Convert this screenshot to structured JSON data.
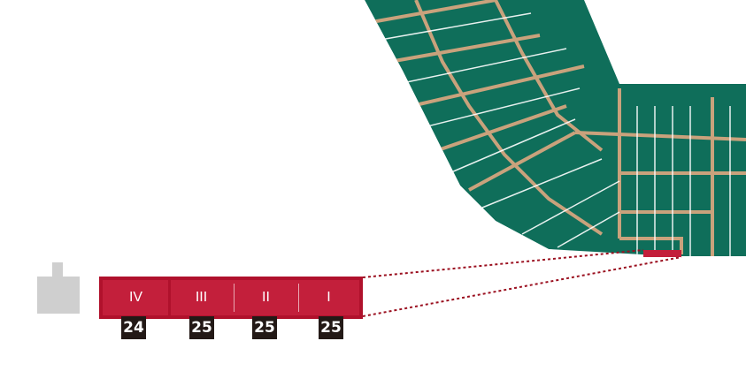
{
  "colors": {
    "block_fill": "#c31f3b",
    "block_border": "#b0112c",
    "seat_green": "#0f6e5a",
    "aisle_tan": "#c9a27c",
    "badge_bg": "#231916",
    "gray_icon": "#cfcfcf",
    "connector": "#9b1020"
  },
  "sections": [
    {
      "label": "IV",
      "count": "24"
    },
    {
      "label": "III",
      "count": "25"
    },
    {
      "label": "II",
      "count": "25"
    },
    {
      "label": "I",
      "count": "25"
    }
  ],
  "icons": {
    "entrance": "entrance-icon"
  }
}
